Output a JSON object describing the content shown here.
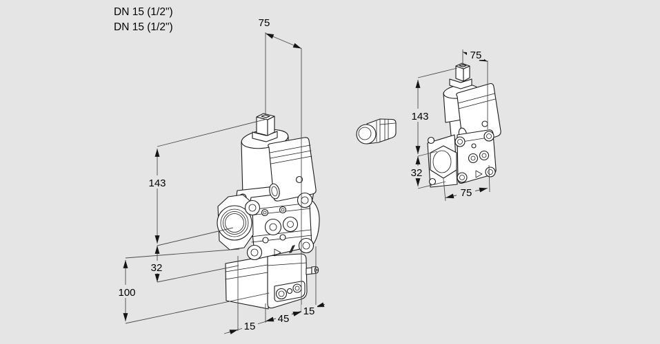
{
  "colors": {
    "background": "#e5e5e5",
    "line_art": "#1a1a1a",
    "dimension_lines": "#4a4a4a",
    "text": "#000000"
  },
  "connection": {
    "line1": "DN 15 (1/2\")",
    "line2": "DN 15 (1/2\")"
  },
  "front_view": {
    "alt": "valve-with-regulator-front-isometric",
    "dim_width_top": "75",
    "dim_height_coil": "143",
    "dim_axis_to_body_bottom": "32",
    "dim_regulator_height": "100",
    "dim_offset_left": "15",
    "dim_body_width": "45",
    "dim_offset_right": "15"
  },
  "side_view": {
    "alt": "valve-side-isometric",
    "dim_width_top": "75",
    "dim_height_coil": "143",
    "dim_axis_to_body_bottom": "32",
    "dim_width_bottom": "75"
  },
  "accessory": {
    "alt": "cable-gland"
  }
}
